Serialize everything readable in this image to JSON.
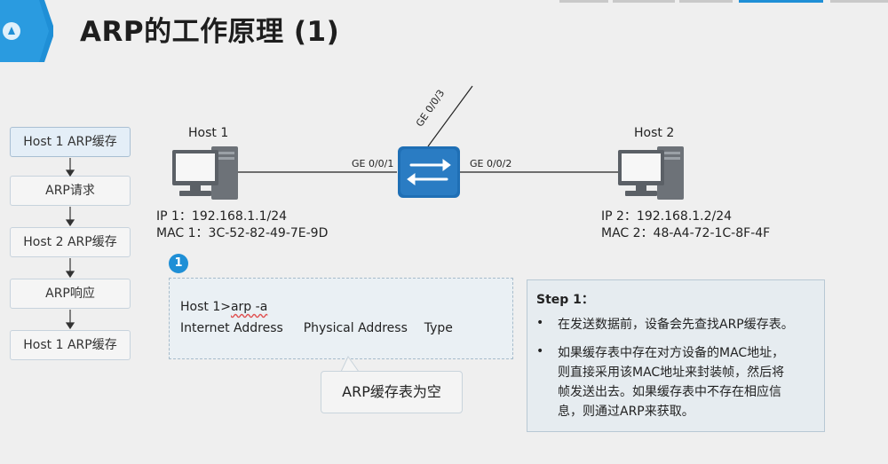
{
  "header": {
    "title": "ARP的工作原理 (1)",
    "accent_color": "#1f8fd6"
  },
  "flow": {
    "steps": [
      {
        "label": "Host 1 ARP缓存"
      },
      {
        "label": "ARP请求"
      },
      {
        "label": "Host 2 ARP缓存"
      },
      {
        "label": "ARP响应"
      },
      {
        "label": "Host 1 ARP缓存"
      }
    ],
    "active_index": 0
  },
  "topology": {
    "host1": {
      "name": "Host 1",
      "ip": "IP 1：192.168.1.1/24",
      "mac": "MAC 1：3C-52-82-49-7E-9D"
    },
    "host2": {
      "name": "Host 2",
      "ip": "IP 2：192.168.1.2/24",
      "mac": "MAC 2：48-A4-72-1C-8F-4F"
    },
    "switch": {
      "port_left": "GE 0/0/1",
      "port_right": "GE 0/0/2",
      "port_up": "GE 0/0/3",
      "color": "#1f6fb5"
    }
  },
  "step_marker": "1",
  "terminal": {
    "prompt": "Host 1>",
    "command": "arp -a",
    "columns": [
      "Internet Address",
      "Physical Address",
      "Type"
    ]
  },
  "callout": "ARP缓存表为空",
  "explanation": {
    "title": "Step 1：",
    "bullets": [
      [
        "在发送数据前，设备会先查找ARP缓存表。"
      ],
      [
        "如果缓存表中存在对方设备的MAC地址，",
        "则直接采用该MAC地址来封装帧，然后将",
        "帧发送出去。如果缓存表中不存在相应信",
        "息，则通过ARP来获取。"
      ]
    ]
  }
}
